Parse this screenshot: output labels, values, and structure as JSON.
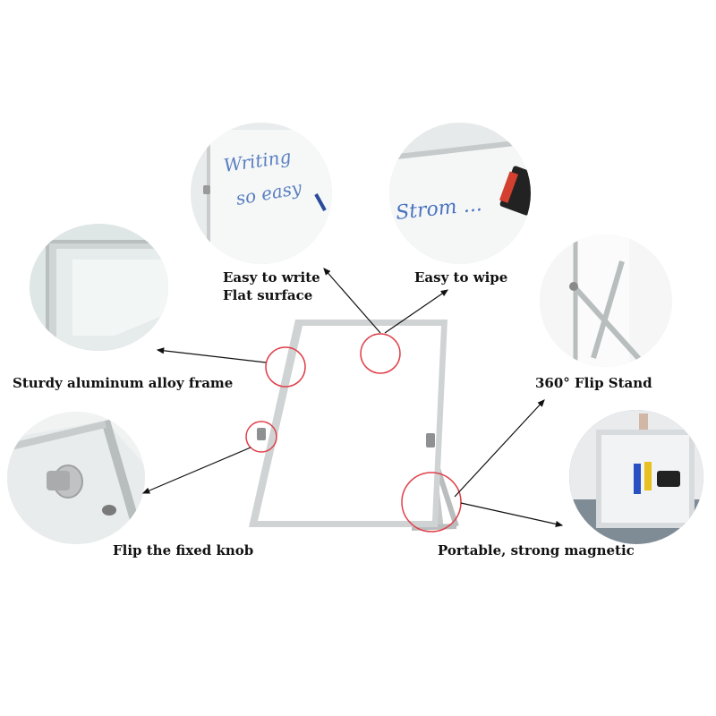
{
  "features": {
    "write": {
      "line1": "Easy to write",
      "line2": "Flat surface",
      "handwriting": [
        "Writing",
        "so easy"
      ]
    },
    "wipe": {
      "label": "Easy to wipe",
      "handwriting": "Strom ..."
    },
    "frame": {
      "label": "Sturdy aluminum alloy frame"
    },
    "stand": {
      "label": "360° Flip Stand"
    },
    "knob": {
      "label": "Flip the fixed knob"
    },
    "magnetic": {
      "label": "Portable, strong magnetic"
    }
  },
  "colors": {
    "callout_circle": "#e0404a",
    "frame": "#c9cccd",
    "board": "#ffffff",
    "arrow": "#111111"
  }
}
